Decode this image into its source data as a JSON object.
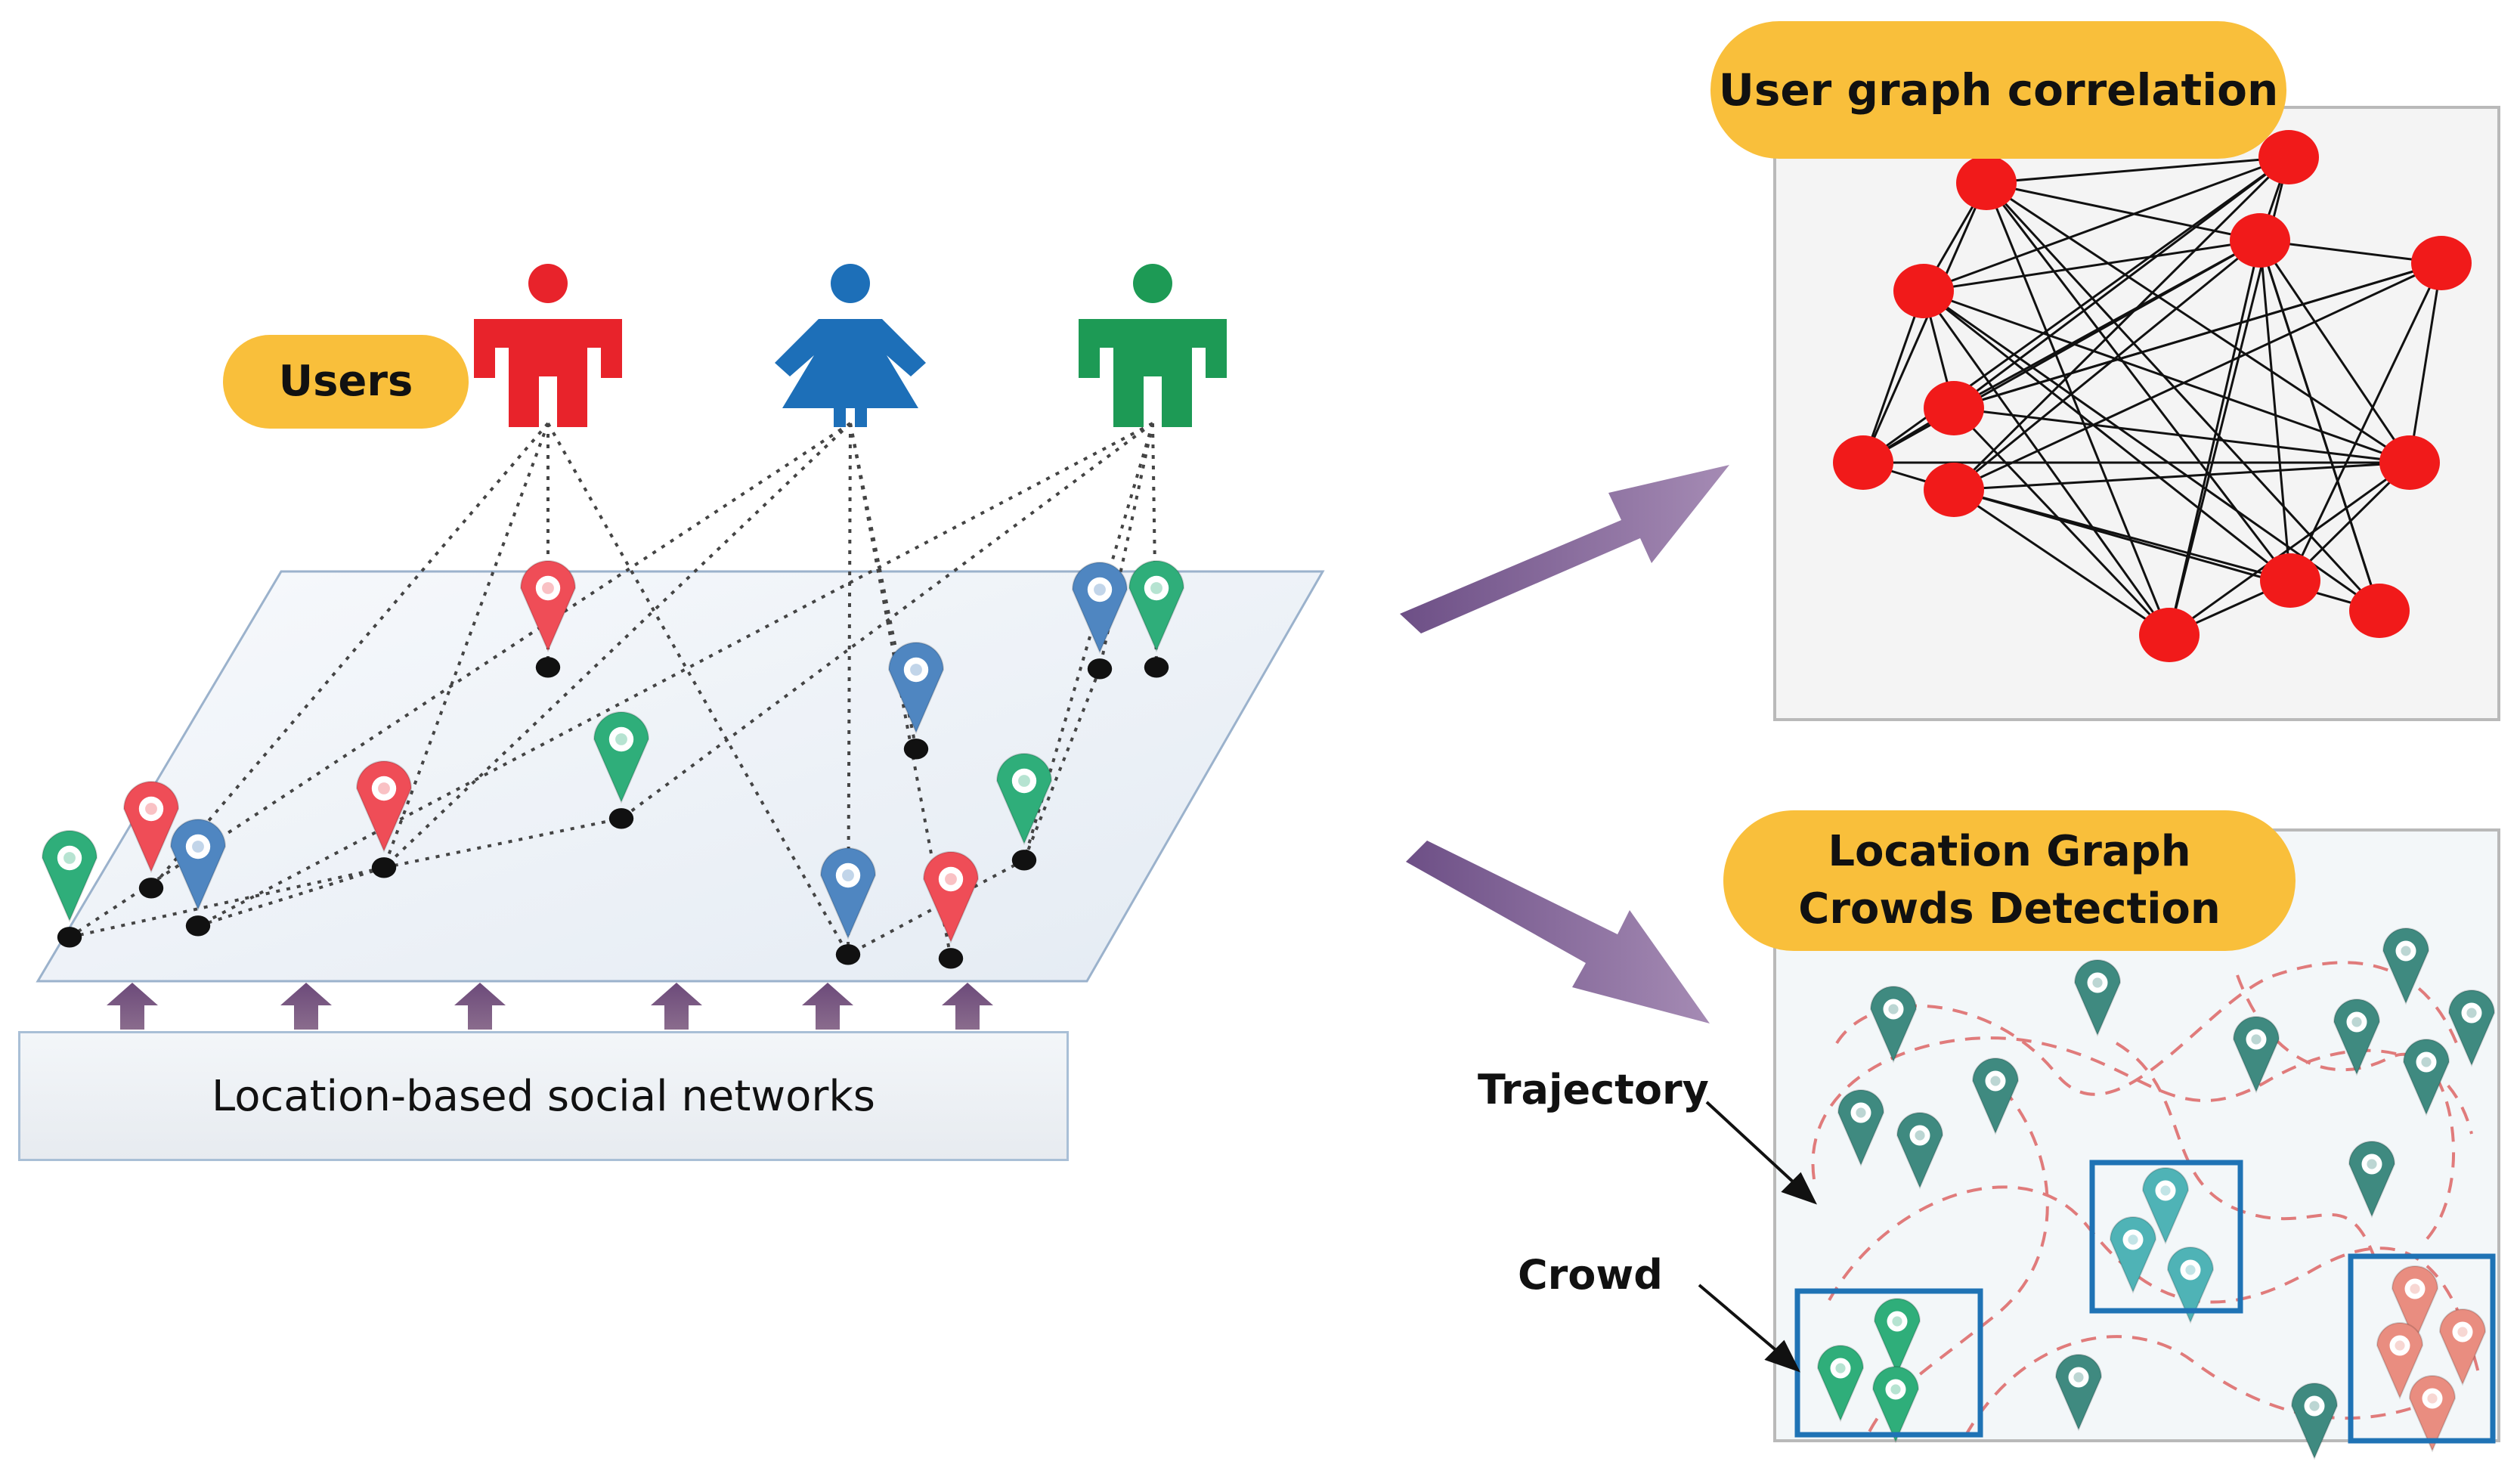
{
  "labels": {
    "users": "Users",
    "lbsn": "Location-based social networks",
    "user_graph": "User graph correlation",
    "location_graph_line1": "Location Graph",
    "location_graph_line2": "Crowds Detection",
    "trajectory": "Trajectory",
    "crowd": "Crowd"
  },
  "colors": {
    "pill": "#f9bf3b",
    "user_red": "#e8232b",
    "user_blue": "#1d6fb8",
    "user_green": "#1d9a55",
    "pin_red": "#ef4d57",
    "pin_blue": "#4f86c1",
    "pin_green": "#2fae7a",
    "pin_teal": "#3f8a80",
    "pin_cyan": "#4fb3b6",
    "pin_salmon": "#e98d80",
    "node_red": "#f11a1a",
    "arrow_purple": "#8a6796",
    "crowd_box": "#1f73b5",
    "trajectory": "#e57373"
  },
  "icons": [
    "user-figure-icon",
    "location-pin-icon",
    "arrow-up-icon",
    "arrow-right-icon"
  ]
}
